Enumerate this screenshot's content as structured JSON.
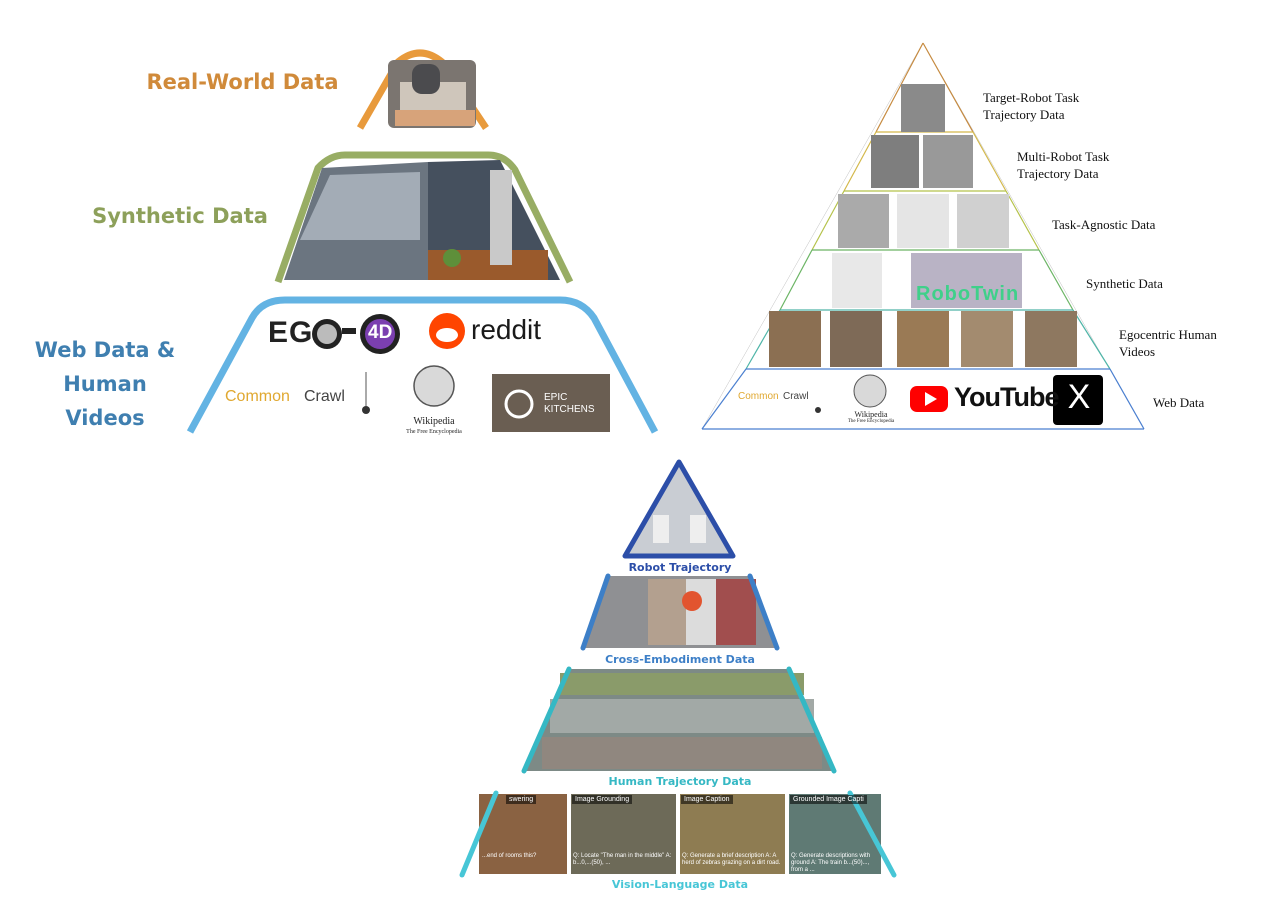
{
  "panel1": {
    "labels": {
      "real_world": "Real-World Data",
      "synthetic": "Synthetic Data",
      "web_line1": "Web Data &",
      "web_line2": "Human Videos"
    },
    "logos": {
      "ego_left": "EG",
      "ego_4d": "4D",
      "reddit": "reddit",
      "cc_common": "Common",
      "cc_crawl": "Crawl",
      "wiki_name": "Wikipedia",
      "wiki_sub": "The Free Encyclopedia",
      "epic_line1": "EPIC",
      "epic_line2": "KITCHENS"
    },
    "colors": {
      "real_world": "#d08a3a",
      "synthetic": "#8da05a",
      "web": "#3f7fb0",
      "web_stroke": "#63b3e3"
    }
  },
  "panel2": {
    "labels": [
      {
        "line1": "Target-Robot Task",
        "line2": "Trajectory Data"
      },
      {
        "line1": "Multi-Robot Task",
        "line2": "Trajectory Data"
      },
      {
        "line1": "Task-Agnostic Data",
        "line2": ""
      },
      {
        "line1": "Synthetic Data",
        "line2": ""
      },
      {
        "line1": "Egocentric Human",
        "line2": "Videos"
      },
      {
        "line1": "Web Data",
        "line2": ""
      }
    ],
    "robotwin": "RoboTwin",
    "logos": {
      "cc_common": "Common",
      "cc_crawl": "Crawl",
      "wiki_name": "Wikipedia",
      "wiki_sub": "The Free Encyclopedia",
      "youtube": "YouTube",
      "x": "X"
    }
  },
  "panel3": {
    "labels": {
      "robot": "Robot Trajectory",
      "cross": "Cross-Embodiment Data",
      "human": "Human Trajectory Data",
      "vl": "Vision-Language Data"
    },
    "vl_tags": [
      "swering",
      "Image Grounding",
      "Image Caption",
      "Grounded Image Capti"
    ],
    "vl_captions": [
      "...end of rooms this?",
      "Q: Locate \"The man in the middle\" A: b...0,...(50), ...",
      "Q: Generate a brief description A: A herd of zebras grazing on a dirt road.",
      "Q: Generate descriptions with ground A: The train b...(50)..., from a ..."
    ],
    "colors": {
      "robot": "#2c4ea8",
      "cross": "#3d7fc7",
      "human": "#35b8c4",
      "vl": "#47c6d6"
    }
  }
}
